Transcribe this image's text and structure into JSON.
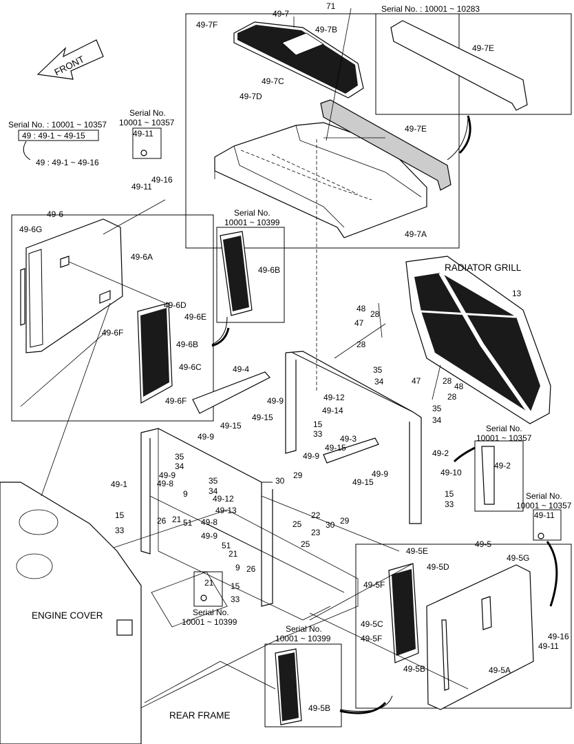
{
  "labels": {
    "front": "FRONT",
    "radiator_grill": "RADIATOR GRILL",
    "engine_cover": "ENGINE COVER",
    "rear_frame": "REAR FRAME",
    "serial_top_right": "Serial No. : 10001 ~ 10283",
    "serial_49_a": "Serial No. : 10001 ~ 10357",
    "serial_49_range1": "49 : 49-1 ~ 49-15",
    "serial_49_range2": "49 : 49-1 ~ 49-16",
    "serial_4911_top": "Serial No.",
    "serial_4911_top_range": "10001 ~ 10357",
    "serial_496b_title": "Serial No.",
    "serial_496b_range": "10001 ~ 10399",
    "serial_492_title": "Serial No.",
    "serial_492_range": "10001 ~ 10357",
    "serial_4911_right_title": "Serial No.",
    "serial_4911_right_range": "10001 ~ 10357",
    "serial_21_title": "Serial No.",
    "serial_21_range": "10001 ~ 10399",
    "serial_495b_title": "Serial No.",
    "serial_495b_range": "10001 ~ 10399"
  },
  "parts": {
    "p49_7": "49-7",
    "p71": "71",
    "p49_7F": "49-7F",
    "p49_7B": "49-7B",
    "p49_7C": "49-7C",
    "p49_7D": "49-7D",
    "p49_7E_a": "49-7E",
    "p49_7E_b": "49-7E",
    "p49_7A": "49-7A",
    "p49_11_a": "49-11",
    "p49_16_a": "49-16",
    "p49_11_b": "49-11",
    "p49_6": "49-6",
    "p49_6G": "49-6G",
    "p49_6A": "49-6A",
    "p49_6B_a": "49-6B",
    "p49_6D": "49-6D",
    "p49_6E": "49-6E",
    "p49_6F_a": "49-6F",
    "p49_6B_b": "49-6B",
    "p49_6C": "49-6C",
    "p49_6F_b": "49-6F",
    "p13": "13",
    "p48_a": "48",
    "p28_a": "28",
    "p47_a": "47",
    "p28_b": "28",
    "p35_a": "35",
    "p34_a": "34",
    "p47_b": "47",
    "p28_c": "28",
    "p48_b": "48",
    "p28_d": "28",
    "p35_b": "35",
    "p34_b": "34",
    "p49_4": "49-4",
    "p49_9_a": "49-9",
    "p49_15_a": "49-15",
    "p49_15_b": "49-15",
    "p49_9_b": "49-9",
    "p49_12_a": "49-12",
    "p49_14": "49-14",
    "p15_a": "15",
    "p33_a": "33",
    "p49_3": "49-3",
    "p49_15_c": "49-15",
    "p49_9_c": "49-9",
    "p49_15_d": "49-15",
    "p49_9_d": "49-9",
    "p49_2_a": "49-2",
    "p49_2_b": "49-2",
    "p49_10": "49-10",
    "p15_b": "15",
    "p33_b": "33",
    "p49_11_c": "49-11",
    "p35_c": "35",
    "p34_c": "34",
    "p49_1": "49-1",
    "p49_9_e": "49-9",
    "p49_8_a": "49-8",
    "p9_a": "9",
    "p35_d": "35",
    "p34_d": "34",
    "p49_12_b": "49-12",
    "p49_13": "49-13",
    "p30_a": "30",
    "p29_a": "29",
    "p22": "22",
    "p26_a": "26",
    "p21_a": "21",
    "p51_a": "51",
    "p15_c": "15",
    "p33_c": "33",
    "p25_a": "25",
    "p49_8_b": "49-8",
    "p49_9_f": "49-9",
    "p23": "23",
    "p30_b": "30",
    "p29_b": "29",
    "p25_b": "25",
    "p51_b": "51",
    "p21_b": "21",
    "p9_b": "9",
    "p26_b": "26",
    "p21_c": "21",
    "p15_d": "15",
    "p33_d": "33",
    "p49_5": "49-5",
    "p49_5E": "49-5E",
    "p49_5D": "49-5D",
    "p49_5G": "49-5G",
    "p49_5F_a": "49-5F",
    "p49_5C": "49-5C",
    "p49_5F_b": "49-5F",
    "p49_5B_a": "49-5B",
    "p49_5A": "49-5A",
    "p49_16_b": "49-16",
    "p49_11_d": "49-11",
    "p49_5B_b": "49-5B"
  }
}
